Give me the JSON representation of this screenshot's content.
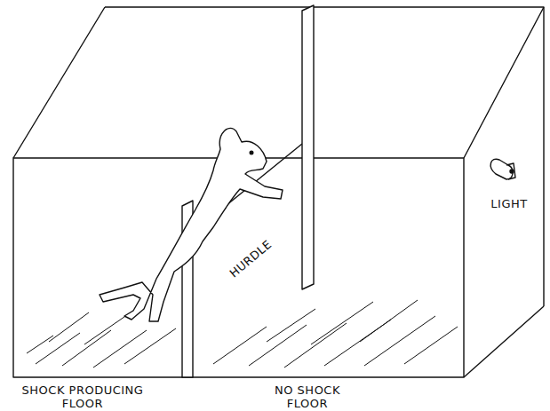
{
  "diagram": {
    "labels": [
      "HURDLE",
      "LIGHT",
      "SHOCK PRODUCING FLOOR",
      "NO SHOCK FLOOR"
    ]
  }
}
